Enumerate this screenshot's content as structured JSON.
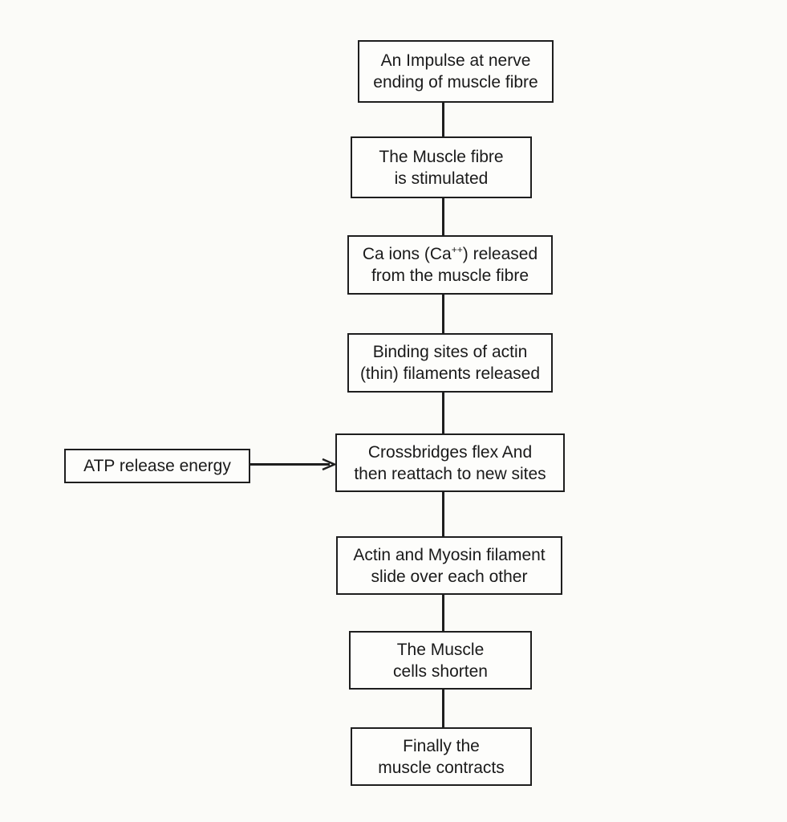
{
  "flowchart": {
    "steps": [
      {
        "line1": "An Impulse at nerve",
        "line2": "ending of muscle fibre"
      },
      {
        "line1": "The Muscle fibre",
        "line2": "is stimulated"
      },
      {
        "line1_pre": "Ca ions (Ca",
        "line1_sup": "++",
        "line1_post": ") released",
        "line2": "from the muscle fibre"
      },
      {
        "line1": "Binding sites of actin",
        "line2": "(thin) filaments released"
      },
      {
        "line1": "Crossbridges flex And",
        "line2": "then reattach to new sites"
      },
      {
        "line1": "Actin and Myosin filament",
        "line2": "slide over each other"
      },
      {
        "line1": "The Muscle",
        "line2": "cells shorten"
      },
      {
        "line1": "Finally the",
        "line2": "muscle contracts"
      }
    ],
    "side_input": {
      "label": "ATP release energy"
    }
  }
}
